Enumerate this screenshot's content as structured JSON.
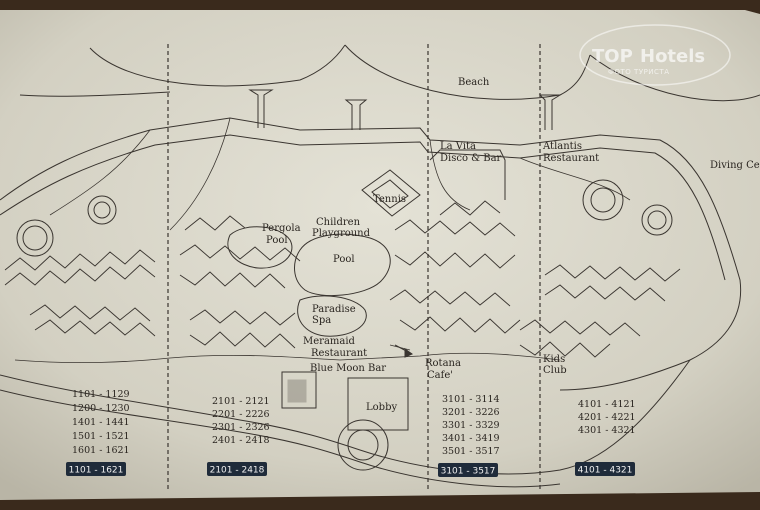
{
  "watermark": {
    "brand_top": "TOP",
    "brand_hotels": "Hotels",
    "subtitle": "ФОТО ТУРИСТА"
  },
  "map": {
    "labels": {
      "beach": "Beach",
      "la_vita_line1": "La Vita",
      "la_vita_line2": "Disco & Bar",
      "atlantis_line1": "Atlantis",
      "atlantis_line2": "Restaurant",
      "diving_center": "Diving Cen",
      "tennis": "Tennis",
      "pergola_line1": "Pergola",
      "pergola_line2": "Pool",
      "children_line1": "Children",
      "children_line2": "Playground",
      "pool": "Pool",
      "paradise_line1": "Paradise",
      "paradise_line2": "Spa",
      "meramaid_line1": "Meramaid",
      "meramaid_line2": "Restaurant",
      "blue_moon": "Blue Moon Bar",
      "rotana_line1": "Rotana",
      "rotana_line2": "Cafe'",
      "kids_line1": "Kids",
      "kids_line2": "Club",
      "lobby": "Lobby"
    },
    "zones": [
      {
        "rooms": [
          "1101 - 1129",
          "1200 - 1230",
          "1401 - 1441",
          "1501 - 1521",
          "1601 - 1621"
        ],
        "badge": "1101 - 1621"
      },
      {
        "rooms": [
          "2101 - 2121",
          "2201 - 2226",
          "2301 - 2326",
          "2401 - 2418"
        ],
        "badge": "2101 - 2418"
      },
      {
        "rooms": [
          "3101 - 3114",
          "3201 - 3226",
          "3301 - 3329",
          "3401 - 3419",
          "3501 - 3517"
        ],
        "badge": "3101 - 3517"
      },
      {
        "rooms": [
          "4101 - 4121",
          "4201 - 4221",
          "4301 - 4321"
        ],
        "badge": "4101 - 4321"
      }
    ],
    "colors": {
      "paper": "#d9d6c9",
      "ink": "#3a3530",
      "badge": "#1f2b3a"
    }
  }
}
